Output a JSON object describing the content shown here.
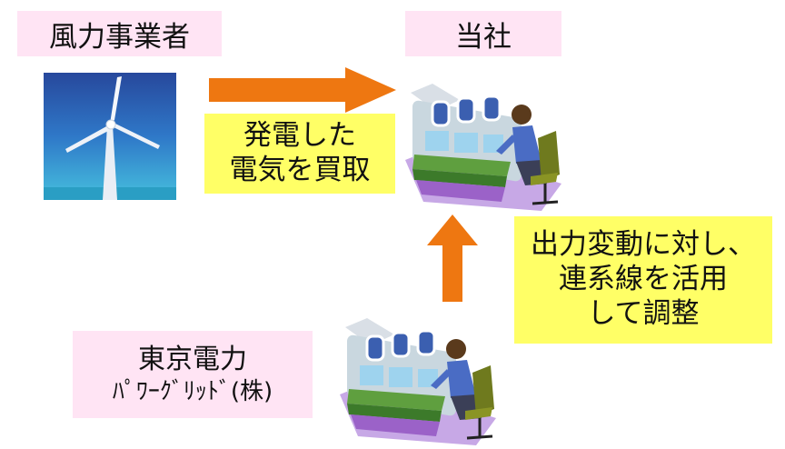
{
  "wind_operator": {
    "label": "風力事業者"
  },
  "company": {
    "label": "当社"
  },
  "purchase_note": {
    "lines": [
      "発電した",
      "電気を買取"
    ]
  },
  "adjust_note": {
    "lines": [
      "出力変動に対し、",
      "連系線を活用",
      "して調整"
    ]
  },
  "tepco": {
    "lines": [
      "東京電力",
      "ﾊﾟﾜｰｸﾞﾘｯﾄﾞ(株)"
    ]
  },
  "icons": {
    "wind_turbine": "wind-turbine-icon",
    "control_room": "control-room-operator-icon"
  },
  "colors": {
    "pink_label": "#ffe4f4",
    "yellow_label": "#ffff66",
    "arrow": "#ee7711",
    "sky_top": "#2a4fa8",
    "sky_bottom": "#3fb6d8"
  }
}
